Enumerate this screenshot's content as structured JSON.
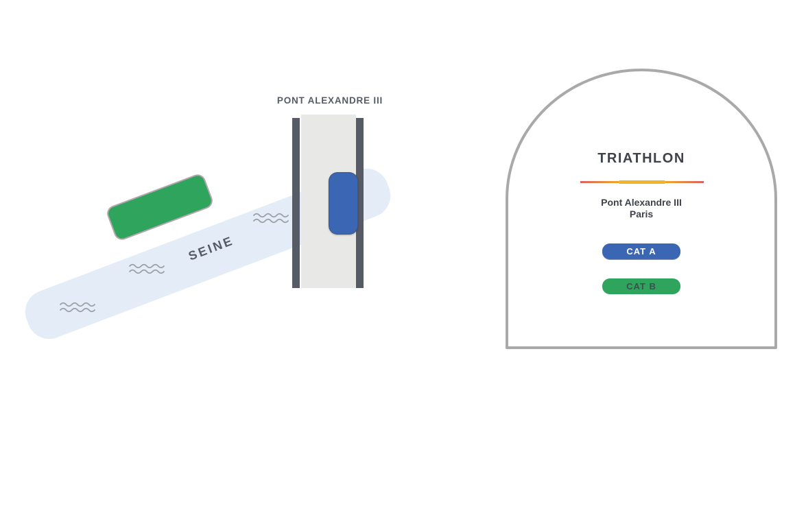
{
  "map": {
    "river": {
      "label": "SEINE",
      "color": "#e4edf7"
    },
    "bridge": {
      "label": "PONT ALEXANDRE III",
      "deck_color": "#e8e8e6",
      "rail_color": "#565b66"
    },
    "zones": [
      {
        "id": "cat-a-zone",
        "shape": "rounded-rect-on-bridge",
        "color": "#3b66b4"
      },
      {
        "id": "cat-b-zone",
        "shape": "rounded-rect-on-bank",
        "color": "#2fa45c",
        "border_color": "#b4a7af"
      }
    ],
    "wave_icon_color": "#9aa0a6",
    "text_color": "#565b66"
  },
  "panel": {
    "title": "TRIATHLON",
    "location_line1": "Pont Alexandre III",
    "location_line2": "Paris",
    "categories": [
      {
        "label": "CAT A",
        "color": "#3b66b4",
        "text_color": "#ffffff"
      },
      {
        "label": "CAT B",
        "color": "#2fa45c",
        "text_color": "#454a52"
      }
    ],
    "divider_colors": {
      "edges": "#dd5f63",
      "center": "#f0b429"
    },
    "border_color": "#a9a9a9",
    "title_color": "#3f4349"
  }
}
